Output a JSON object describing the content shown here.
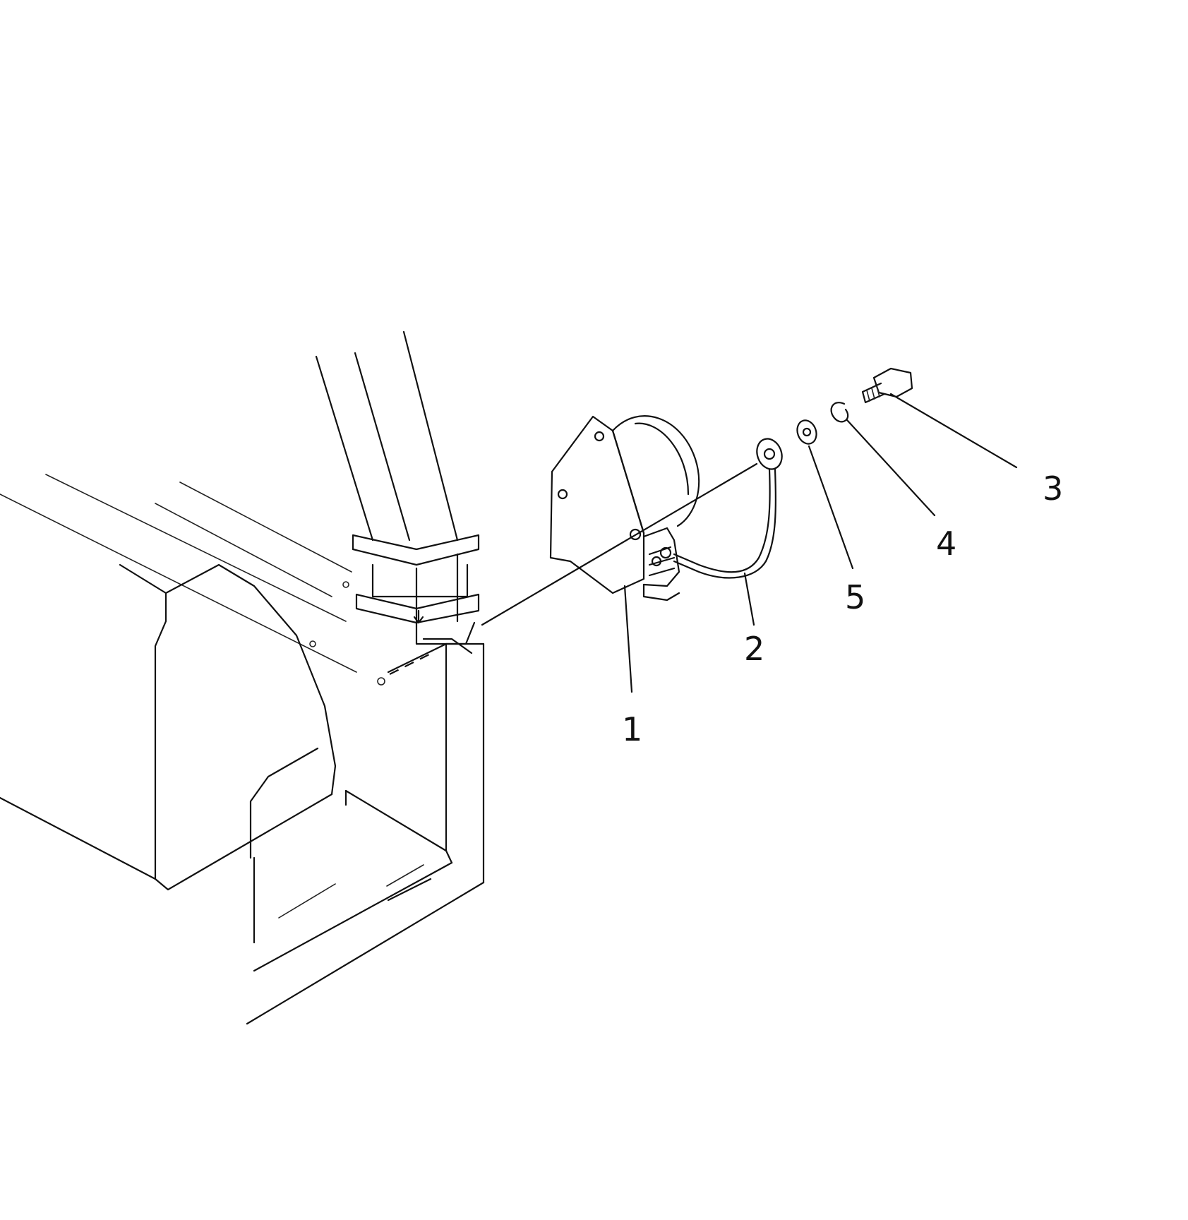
{
  "callouts": [
    {
      "id": "1",
      "label": "1"
    },
    {
      "id": "2",
      "label": "2"
    },
    {
      "id": "3",
      "label": "3"
    },
    {
      "id": "4",
      "label": "4"
    },
    {
      "id": "5",
      "label": "5"
    }
  ],
  "colors": {
    "line": "#111111",
    "background": "#ffffff"
  }
}
